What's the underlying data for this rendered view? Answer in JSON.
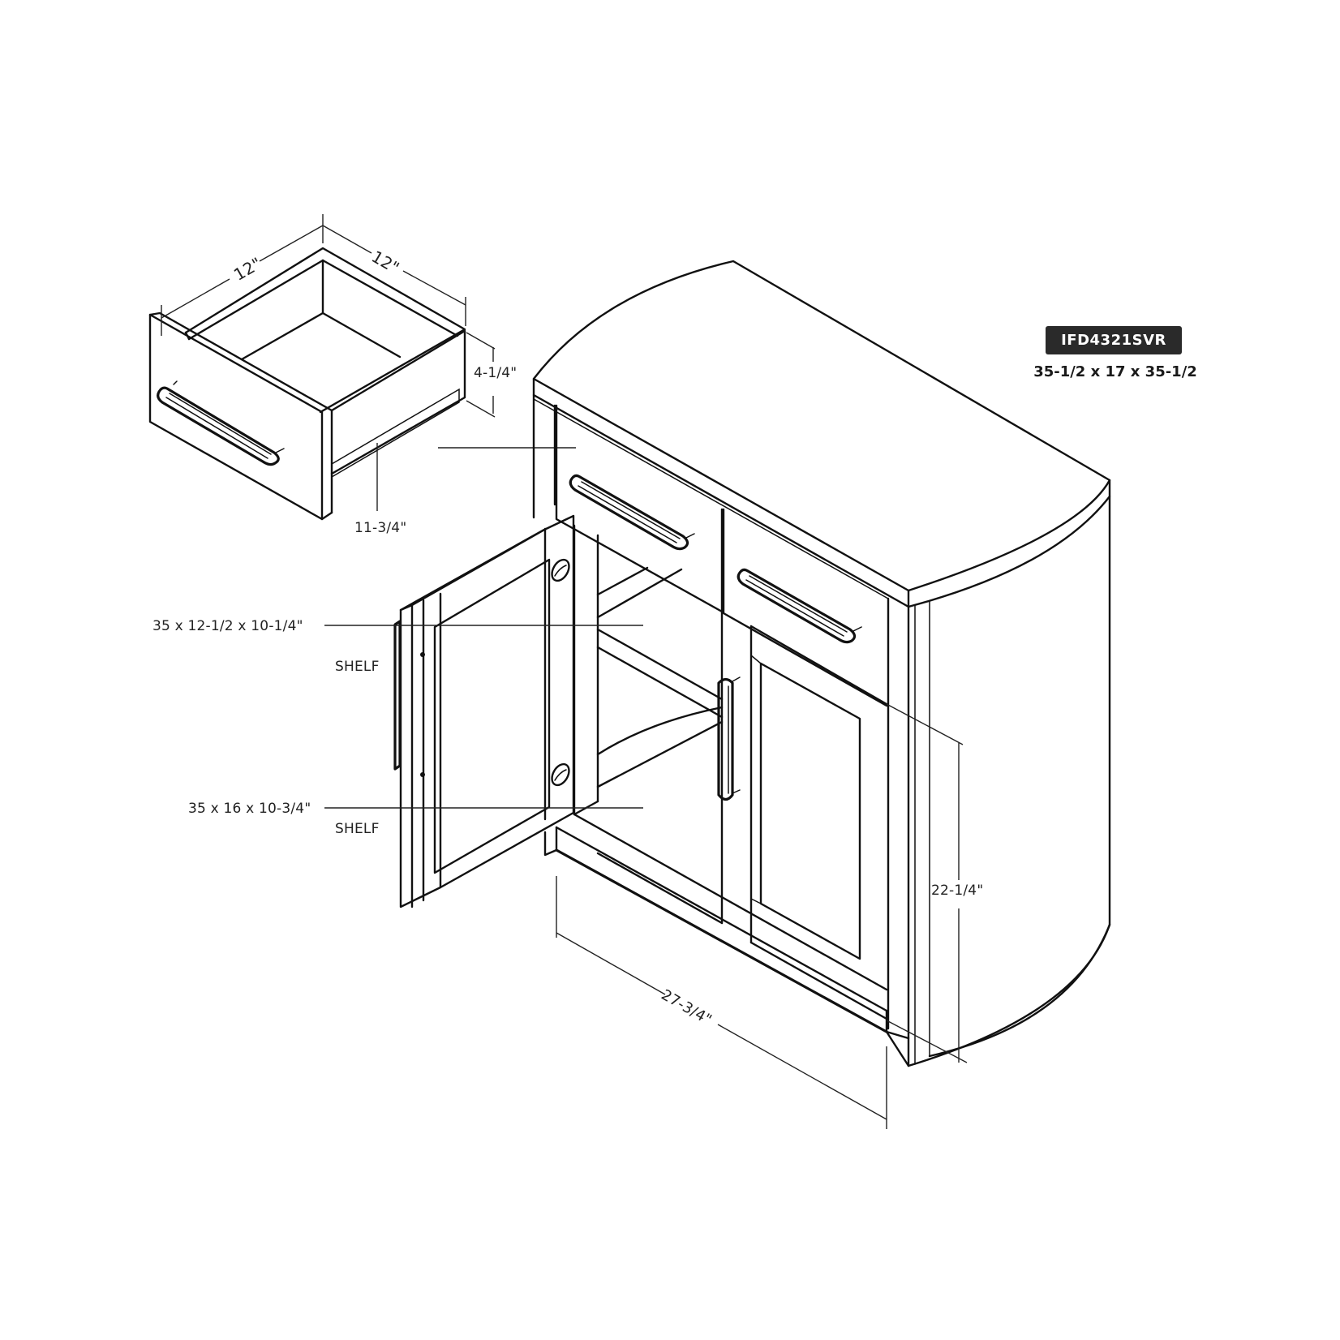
{
  "product": {
    "model_code": "IFD4321SVR",
    "overall_size": "35-1/2 x 17 x 35-1/2",
    "badge_color": "#2a2a2a"
  },
  "drawer_detail": {
    "width_label": "12\"",
    "depth_label": "12\"",
    "height_label": "4-1/4\"",
    "interior_label": "11-3/4\""
  },
  "shelves": [
    {
      "dimensions": "35 x 12-1/2 x 10-1/4\"",
      "type_label": "SHELF"
    },
    {
      "dimensions": "35 x 16 x 10-3/4\"",
      "type_label": "SHELF"
    }
  ],
  "cabinet_dimensions": {
    "interior_width_label": "27-3/4\"",
    "interior_height_label": "22-1/4\""
  },
  "icons": {
    "drawer_handle": "bar-pull-handle-icon",
    "door_handle": "bar-pull-handle-icon",
    "hinge_hole": "hinge-cup-icon"
  },
  "colors": {
    "line": "#111111",
    "background": "#ffffff",
    "badge": "#2a2a2a"
  }
}
